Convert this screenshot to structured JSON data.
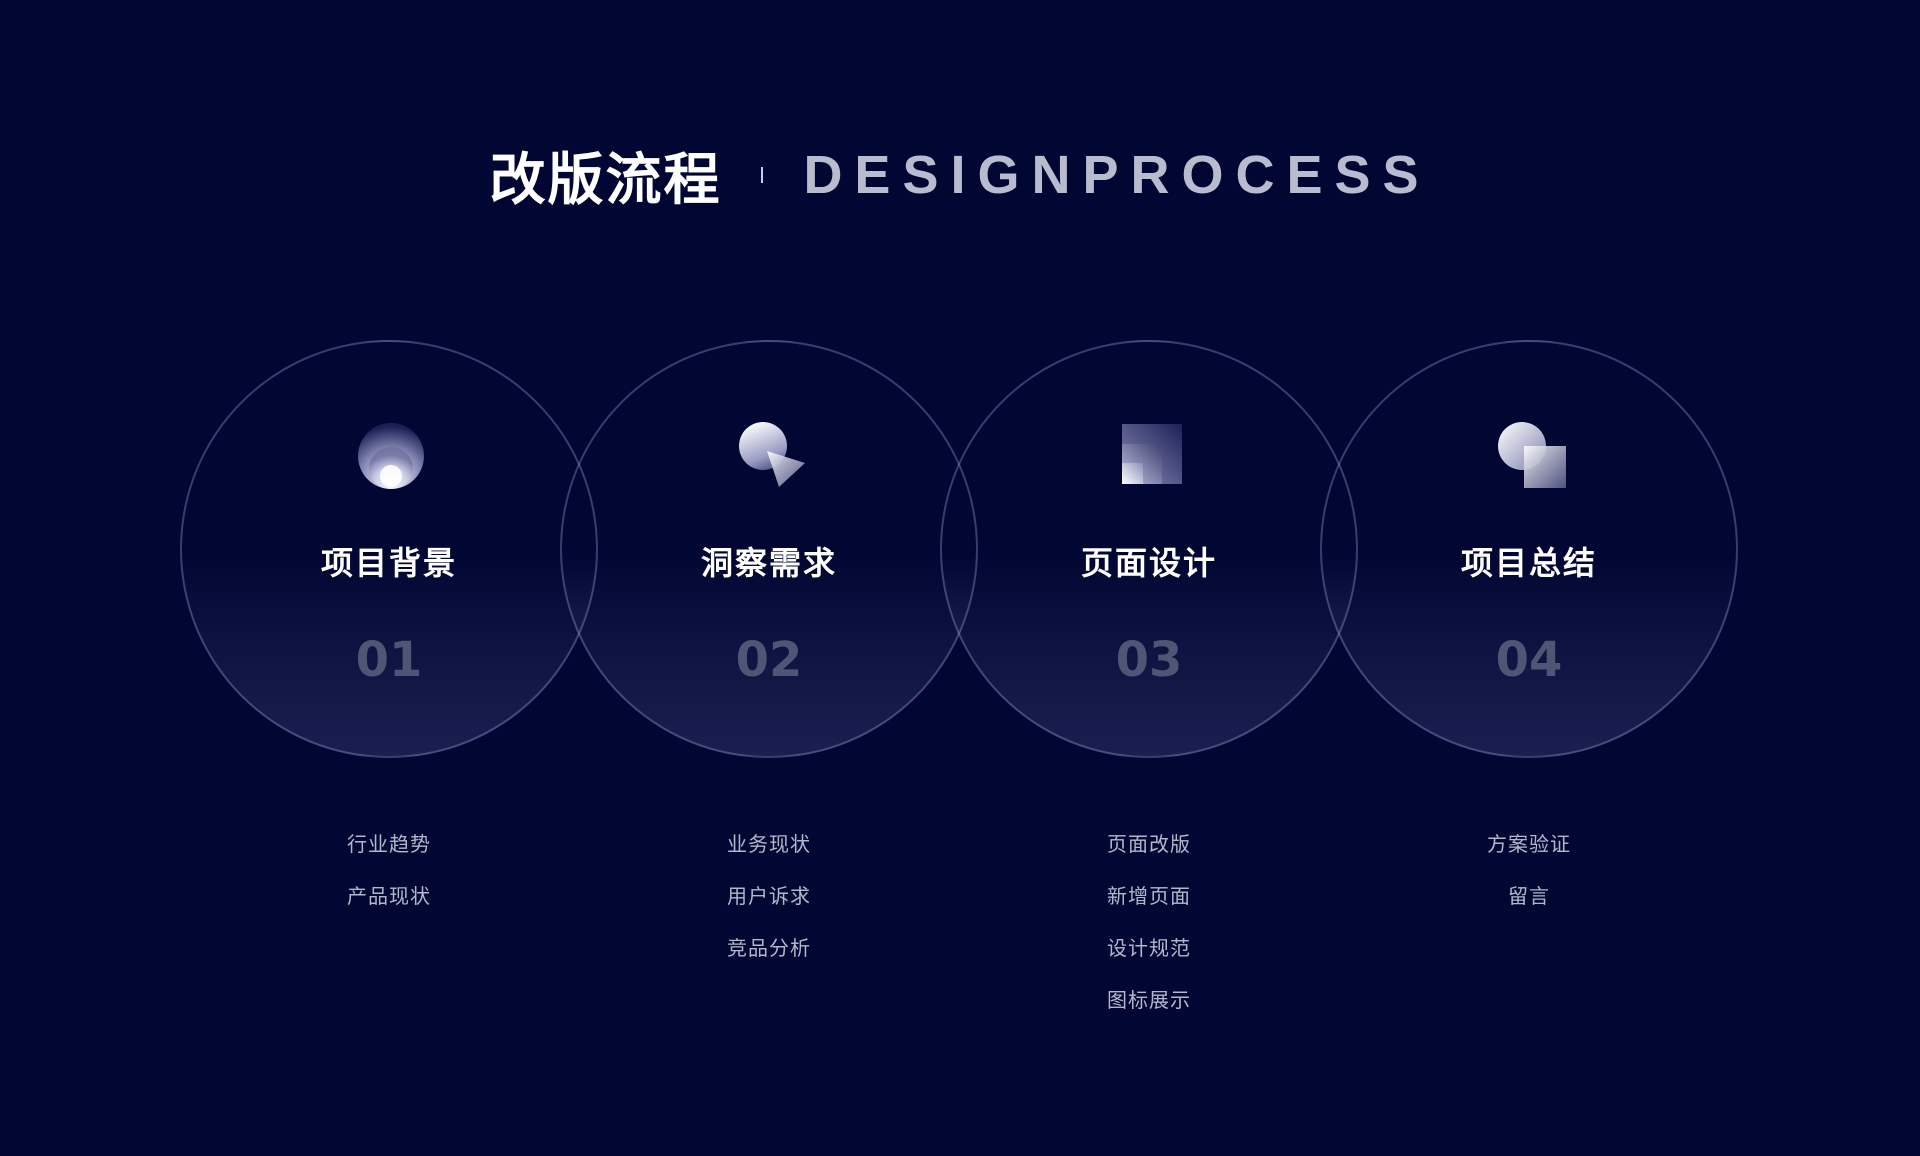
{
  "header": {
    "title_cn": "改版流程",
    "title_en": "DESIGNPROCESS"
  },
  "steps": [
    {
      "title": "项目背景",
      "number": "01",
      "icon": "sphere-icon",
      "items": [
        "行业趋势",
        "产品现状"
      ]
    },
    {
      "title": "洞察需求",
      "number": "02",
      "icon": "circle-triangle-icon",
      "items": [
        "业务现状",
        "用户诉求",
        "竞品分析"
      ]
    },
    {
      "title": "页面设计",
      "number": "03",
      "icon": "stacked-squares-icon",
      "items": [
        "页面改版",
        "新增页面",
        "设计规范",
        "图标展示"
      ]
    },
    {
      "title": "项目总结",
      "number": "04",
      "icon": "circle-square-icon",
      "items": [
        "方案验证",
        "留言"
      ]
    }
  ],
  "colors": {
    "background": "#020632",
    "title": "#ffffff",
    "subtitle": "#b9bccf",
    "number": "#515575",
    "list_text": "#b4b7cb",
    "circle_stroke": "#8c91c8"
  }
}
